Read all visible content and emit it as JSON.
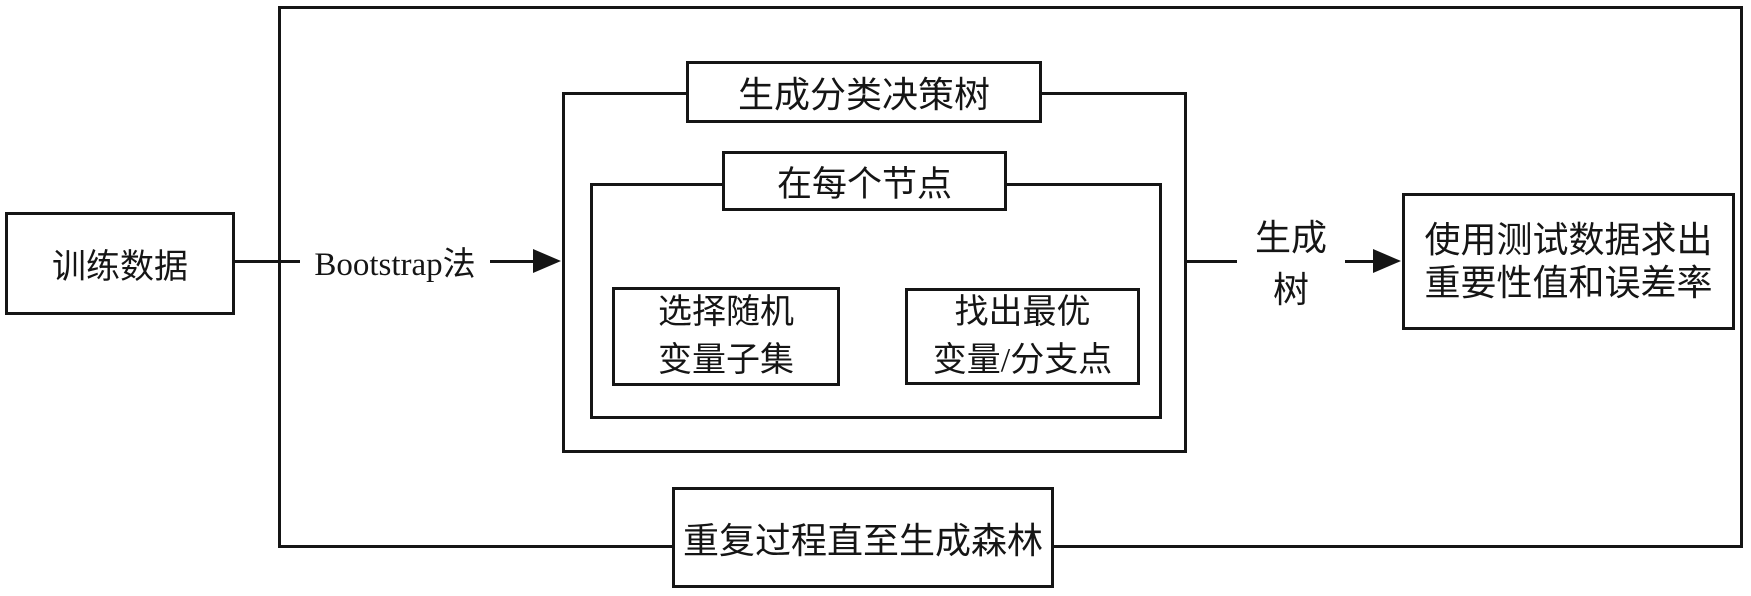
{
  "diagram": {
    "title_semantic": "random-forest-training-flowchart",
    "background": "#ffffff",
    "stroke_color": "#151515",
    "nodes": {
      "training_data": {
        "label": "训练数据"
      },
      "generate_classification_tree": {
        "label": "生成分类决策树"
      },
      "at_each_node": {
        "label": "在每个节点"
      },
      "select_random_subset": {
        "label": "选择随机\n变量子集"
      },
      "find_best_split": {
        "label": "找出最优\n变量/分支点"
      },
      "evaluate_with_test_data": {
        "label": "使用测试数据求出\n重要性值和误差率"
      },
      "repeat_until_forest": {
        "label": "重复过程直至生成森林"
      }
    },
    "edges": {
      "bootstrap": {
        "label": "Bootstrap法"
      },
      "generate_tree": {
        "label": "生成树"
      }
    }
  }
}
